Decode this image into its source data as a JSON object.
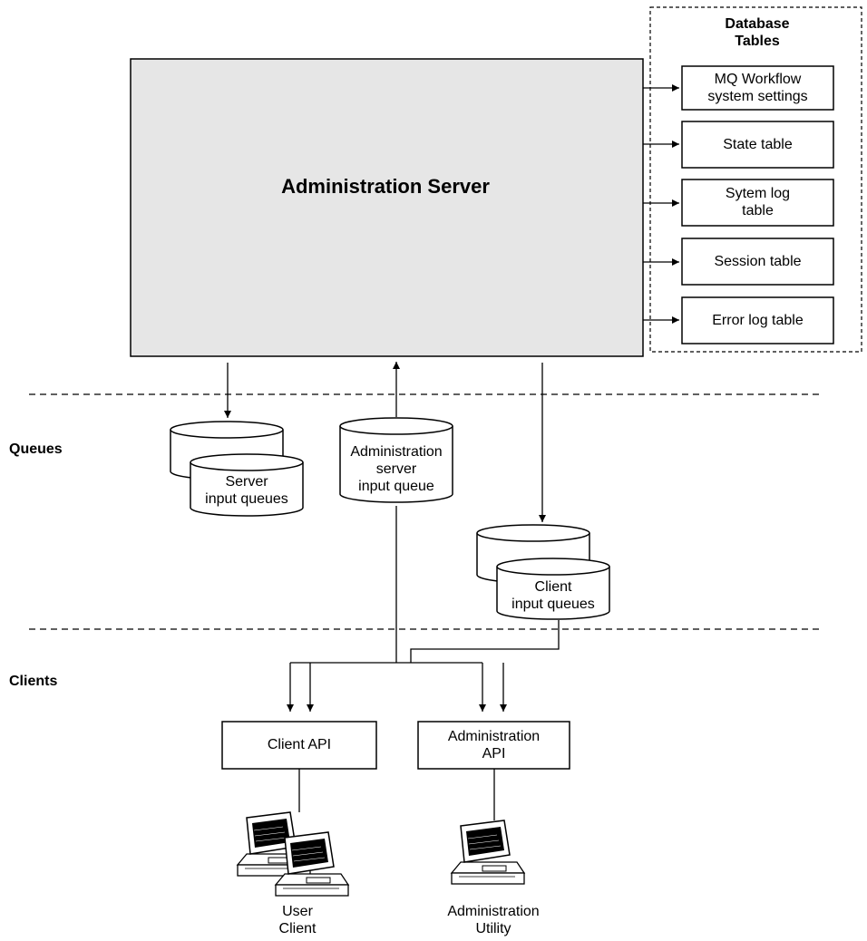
{
  "server": {
    "title": "Administration Server"
  },
  "database": {
    "title_lines": [
      "Database",
      "Tables"
    ],
    "tables": [
      {
        "lines": [
          "MQ Workflow",
          "system settings"
        ]
      },
      {
        "lines": [
          "State table"
        ]
      },
      {
        "lines": [
          "Sytem log",
          "table"
        ]
      },
      {
        "lines": [
          "Session table"
        ]
      },
      {
        "lines": [
          "Error log table"
        ]
      }
    ]
  },
  "sections": {
    "queues": "Queues",
    "clients": "Clients"
  },
  "queues": {
    "server_input": [
      "Server",
      "input queues"
    ],
    "admin_server_input": [
      "Administration",
      "server",
      "input queue"
    ],
    "client_input": [
      "Client",
      "input queues"
    ]
  },
  "apis": {
    "client_api": [
      "Client API"
    ],
    "admin_api": [
      "Administration",
      "API"
    ]
  },
  "terminals": {
    "user_client": [
      "User",
      "Client"
    ],
    "admin_utility": [
      "Administration",
      "Utility"
    ]
  }
}
